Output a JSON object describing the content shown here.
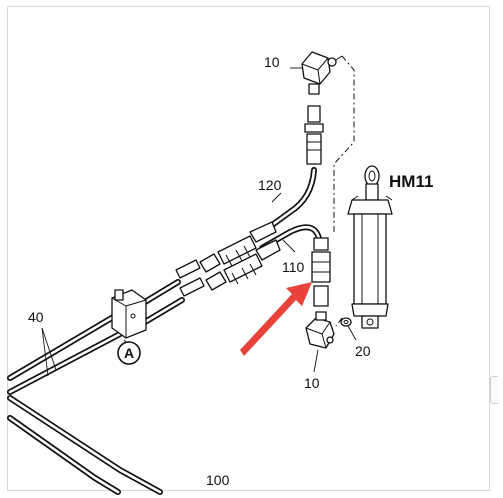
{
  "diagram": {
    "model_label": "HM11",
    "callout_letter": "A",
    "part_labels": {
      "top_fitting": "10",
      "hose_120": "120",
      "hose_110": "110",
      "hose_40": "40",
      "washer": "20",
      "bottom_fitting": "10",
      "frame": "100"
    }
  },
  "colors": {
    "arrow": "#e8423a",
    "ink": "#111111",
    "border": "#d8d8d8"
  }
}
